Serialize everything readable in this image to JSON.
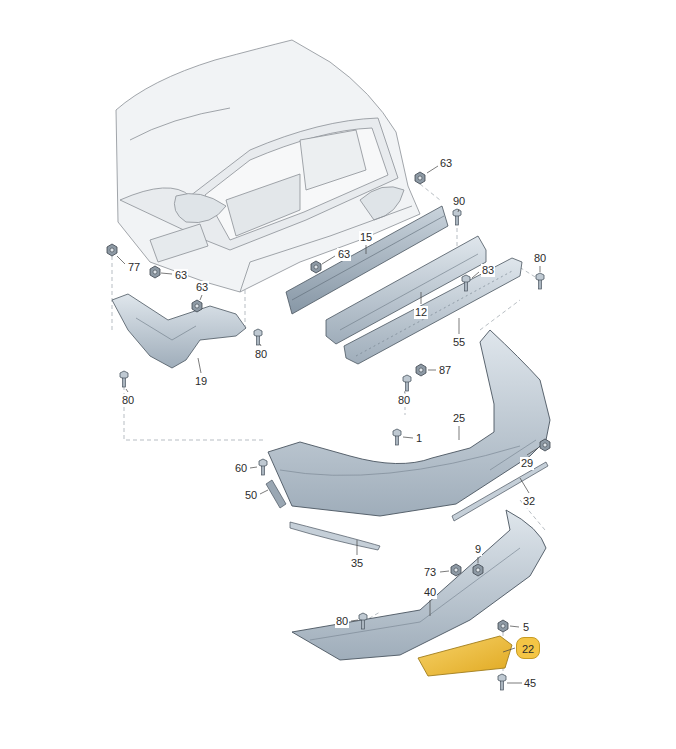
{
  "diagram": {
    "nodes": [
      {
        "text": [
          "22"
        ]
      }
    ],
    "labels": [
      "63",
      "90",
      "77",
      "63",
      "15",
      "63",
      "83",
      "80",
      "63",
      "12",
      "80",
      "55",
      "87",
      "19",
      "80",
      "80",
      "25",
      "1",
      "60",
      "29",
      "50",
      "32",
      "35",
      "9",
      "73",
      "40",
      "80",
      "5",
      "45"
    ]
  }
}
